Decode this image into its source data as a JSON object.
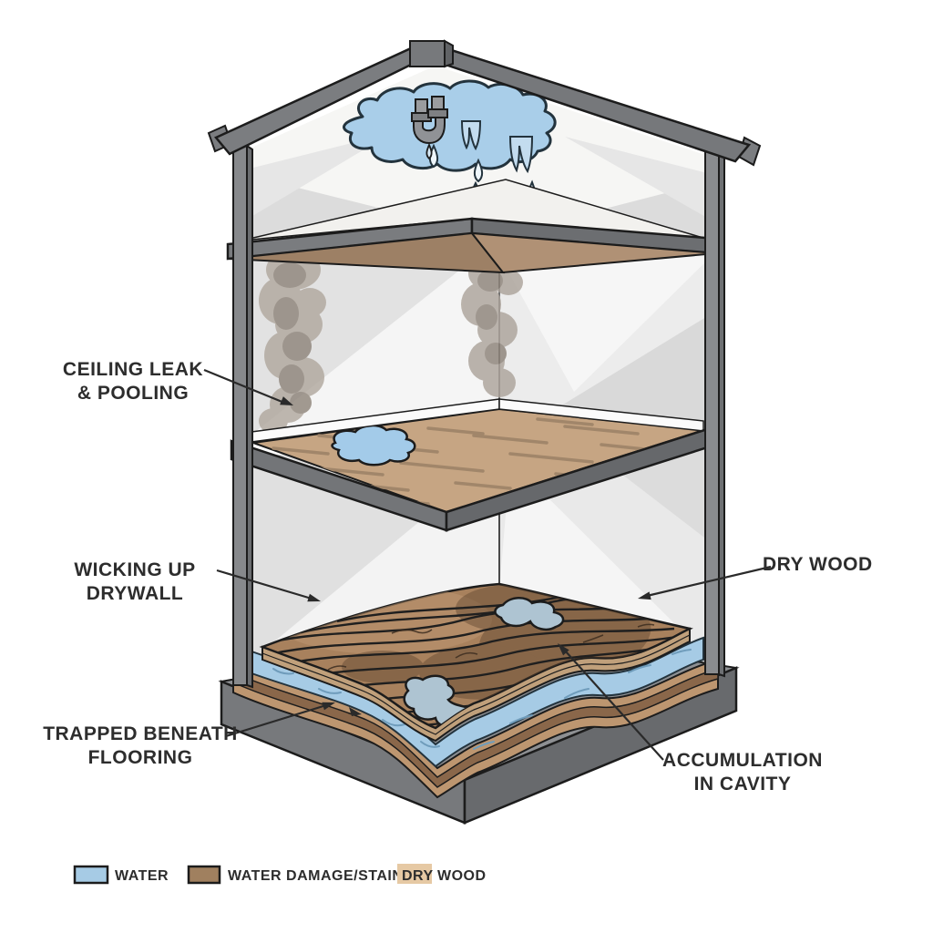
{
  "labels": {
    "ceiling_leak": {
      "line1": "CEILING LEAK",
      "line2": "& POOLING"
    },
    "wicking": {
      "line1": "WICKING UP",
      "line2": "DRYWALL"
    },
    "dry_wood": {
      "line1": "DRY WOOD"
    },
    "trapped": {
      "line1": "TRAPPED BENEATH",
      "line2": "FLOORING"
    },
    "accumulation": {
      "line1": "ACCUMULATION",
      "line2": "IN CAVITY"
    }
  },
  "legend": {
    "water_label": "WATER",
    "damage_label": "WATER DAMAGE/STAINS",
    "dry_label": "DRY",
    "wood_label": "WOOD"
  },
  "colors": {
    "water": "#a6cbe5",
    "water_dark_edge": "#23333d",
    "water_damage": "#a0805f",
    "dry_wood": "#e6c9a4",
    "structure_gray": "#7b7d80",
    "wall": "#e8e8e8",
    "wood_floor": "#c6a583",
    "damaged_wood": "#a8815d",
    "stain": "#8f847a",
    "outline": "#1c1c1c",
    "text": "#2d2d2d"
  },
  "icons": {
    "pipe": "p-trap-pipe-icon",
    "drip": "water-drip-icon",
    "arrow": "pointer-arrow"
  }
}
